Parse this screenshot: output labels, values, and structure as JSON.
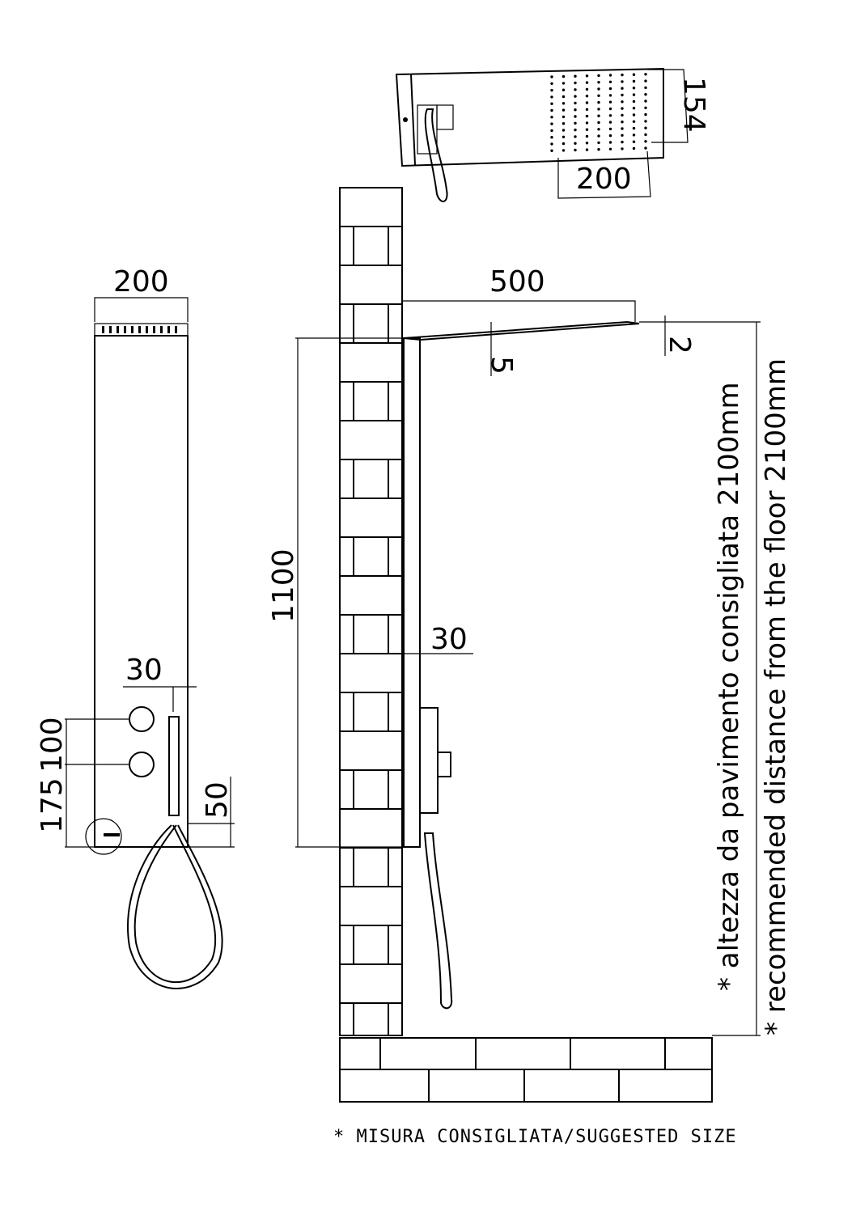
{
  "top_view": {
    "dim_width": "200",
    "dim_depth": "154"
  },
  "front_view": {
    "dim_width": "200",
    "dim_offset": "30",
    "dim_upper": "100",
    "dim_lower": "175",
    "dim_hand": "50"
  },
  "side_view": {
    "dim_arm": "500",
    "dim_head_thick": "5",
    "dim_edge": "2",
    "dim_height": "1100",
    "dim_depth": "30"
  },
  "notes": {
    "italian": "* altezza da pavimento consigliata 2100mm",
    "english": "* recommended distance from the floor 2100mm",
    "footer": "* MISURA CONSIGLIATA/SUGGESTED SIZE"
  }
}
